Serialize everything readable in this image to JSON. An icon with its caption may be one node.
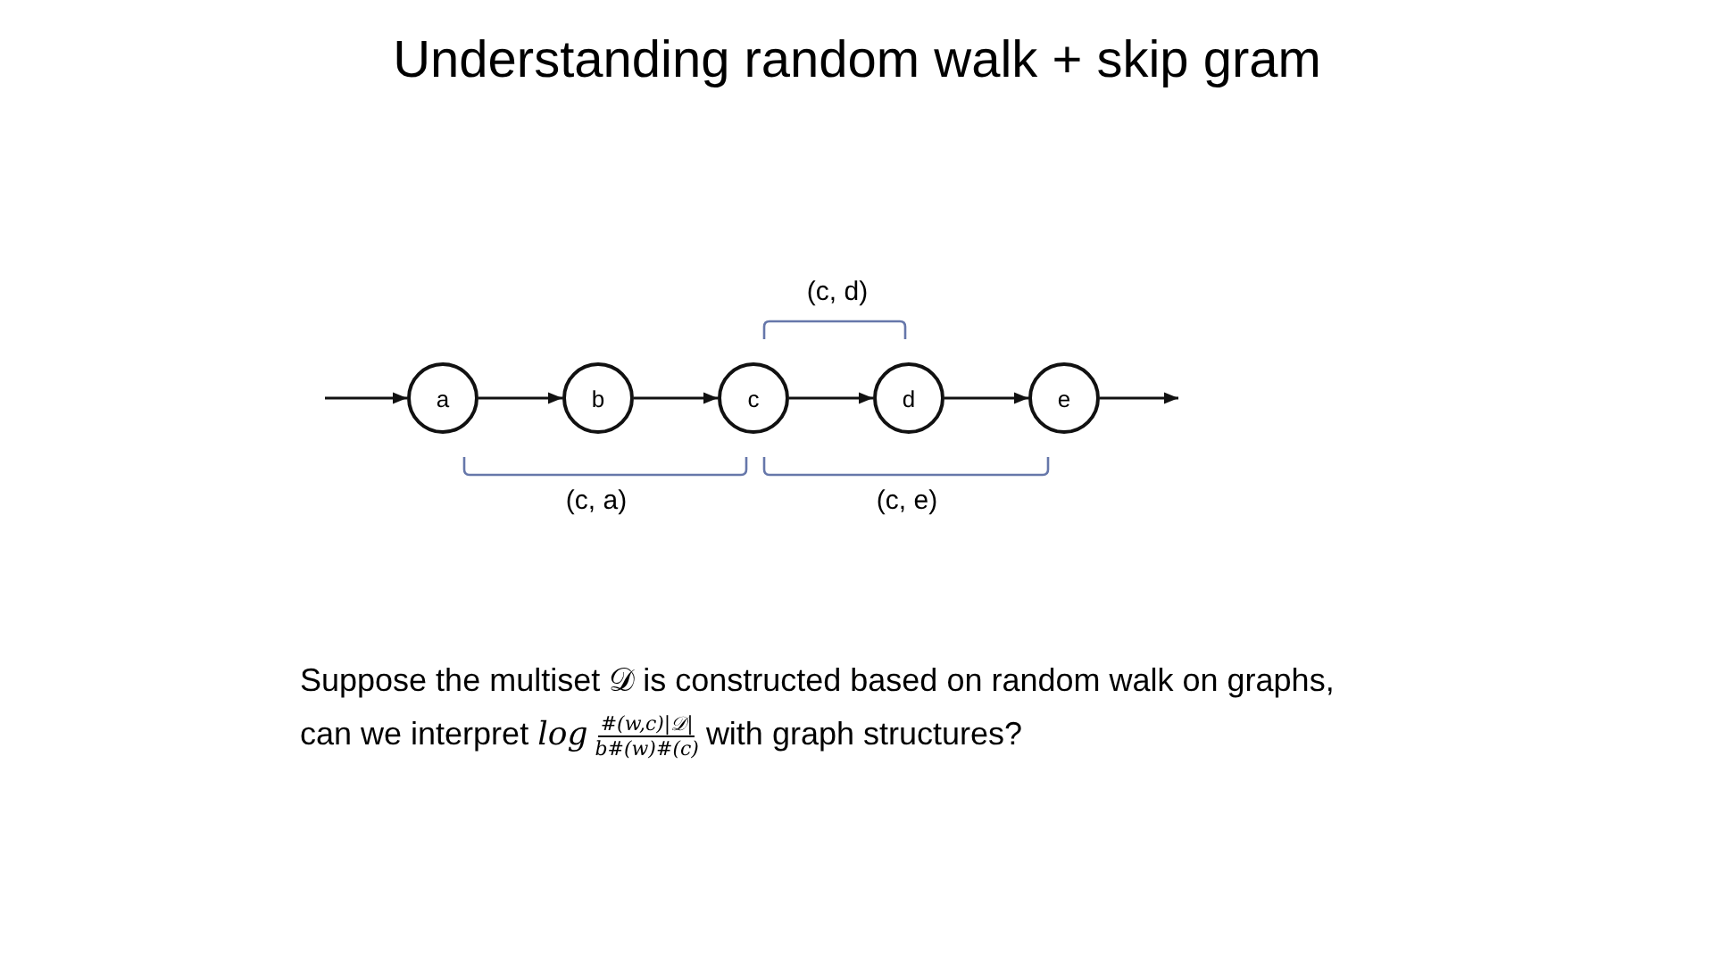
{
  "diagram": {
    "title": "Understanding random walk + skip gram",
    "nodes": [
      {
        "text": [
          "a"
        ]
      },
      {
        "text": [
          "b"
        ]
      },
      {
        "text": [
          "c"
        ]
      },
      {
        "text": [
          "d"
        ]
      },
      {
        "text": [
          "e"
        ]
      }
    ],
    "edges": [
      {
        "from": null,
        "to": 0,
        "arrow": "to"
      },
      {
        "from": 0,
        "to": 1,
        "arrow": "to"
      },
      {
        "from": 1,
        "to": 2,
        "arrow": "to"
      },
      {
        "from": 2,
        "to": 3,
        "arrow": "to"
      },
      {
        "from": 3,
        "to": 4,
        "arrow": "to"
      },
      {
        "from": 4,
        "to": null,
        "arrow": "to"
      }
    ],
    "labels": [
      "(c, d)",
      "(c, a)",
      "(c, e)",
      "Suppose the multiset 𝒟 is constructed based on random walk on graphs, can we interpret",
      "log",
      "#(w,c)|𝒟|",
      "b#(w)#(c)",
      "with graph structures?"
    ]
  }
}
